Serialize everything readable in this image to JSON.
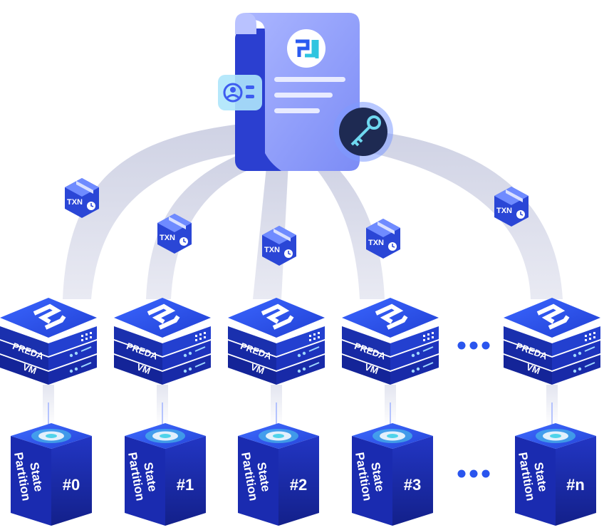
{
  "contract": {
    "icon": "preda-logo-icon"
  },
  "txn_label": "TXN",
  "vm_label_line1": "PREDA",
  "vm_label_line2": "VM",
  "state_label_line1": "State",
  "state_label_line2": "Partition",
  "vms": [
    {
      "id": "vm-0"
    },
    {
      "id": "vm-1"
    },
    {
      "id": "vm-2"
    },
    {
      "id": "vm-3"
    },
    {
      "id": "vm-n"
    }
  ],
  "partitions": [
    {
      "index": "#0"
    },
    {
      "index": "#1"
    },
    {
      "index": "#2"
    },
    {
      "index": "#3"
    },
    {
      "index": "#n"
    }
  ],
  "ellipsis": "•••",
  "colors": {
    "flow": "#d6d8e8",
    "node_dark": "#1d2fb8",
    "node_mid": "#2440d8",
    "node_light": "#3a63f0",
    "doc": "#8e9dfb",
    "ring": "#4fd3ea",
    "key_bg": "#1e2a52"
  }
}
